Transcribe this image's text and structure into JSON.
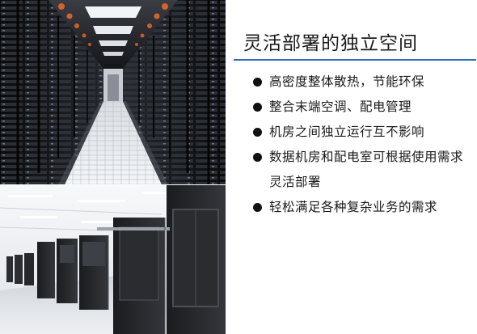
{
  "slide": {
    "title": "灵活部署的独立空间",
    "bullets": [
      {
        "text": "高密度整体散热，节能环保"
      },
      {
        "text": "整合末端空调、配电管理"
      },
      {
        "text": "机房之间独立运行互不影响"
      },
      {
        "text": "数据机房和配电室可根据使用需求灵活部署"
      },
      {
        "text": "轻松满足各种复杂业务的需求"
      }
    ]
  },
  "colors": {
    "title_rule": "#2e6db5",
    "text": "#1a1a1a",
    "bullet_dot": "#111111"
  }
}
